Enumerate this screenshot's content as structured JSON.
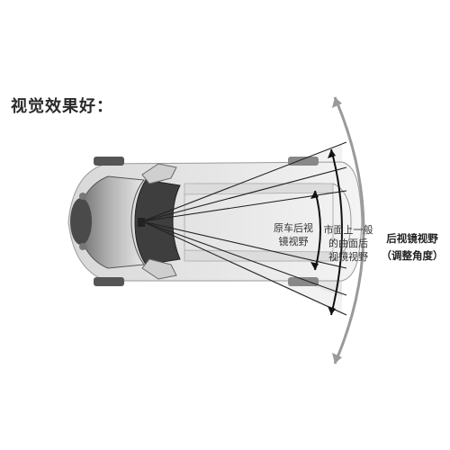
{
  "heading": "视觉效果好：",
  "labels": {
    "original_line1": "原车后视",
    "original_line2": "镜视野",
    "market_line1": "市面上一般",
    "market_line2": "的曲面后",
    "market_line3": "视镜视野",
    "ours_line1": "后视镜视野",
    "ours_line2": "（调整角度）"
  }
}
